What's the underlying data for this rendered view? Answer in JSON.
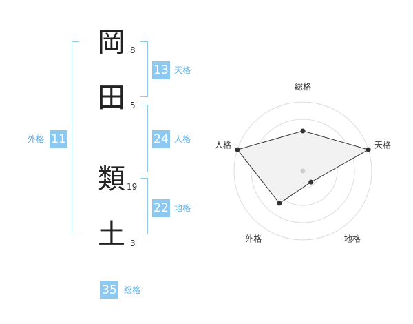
{
  "name": {
    "chars": [
      {
        "char": "岡",
        "strokes": "8"
      },
      {
        "char": "田",
        "strokes": "5"
      },
      {
        "char": "類",
        "strokes": "19"
      },
      {
        "char": "土",
        "strokes": "3"
      }
    ]
  },
  "fortunes": {
    "tenkaku": {
      "value": "13",
      "label": "天格"
    },
    "jinkaku": {
      "value": "24",
      "label": "人格"
    },
    "chikaku": {
      "value": "22",
      "label": "地格"
    },
    "gaikaku": {
      "value": "11",
      "label": "外格"
    },
    "soukaku": {
      "value": "35",
      "label": "総格"
    }
  },
  "colors": {
    "accent": "#8cc8f0",
    "label_text": "#5ab0e6"
  },
  "chart_data": {
    "type": "radar",
    "axes": [
      "総格",
      "天格",
      "地格",
      "外格",
      "人格"
    ],
    "values": [
      0.58,
      1.0,
      0.2,
      0.58,
      1.0
    ],
    "rings": 4,
    "grid": true
  }
}
